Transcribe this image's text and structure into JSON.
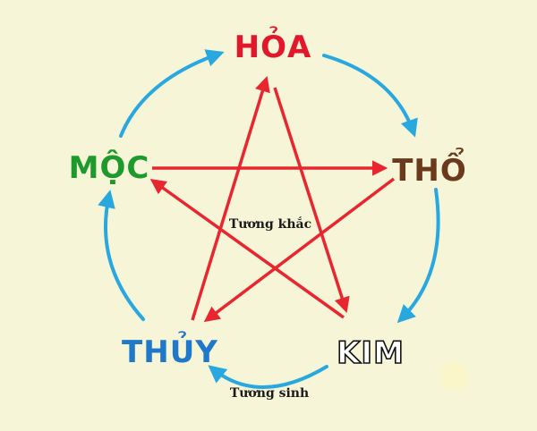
{
  "elements": {
    "hoa": {
      "label": "HỎA",
      "color": "#e3172b"
    },
    "tho": {
      "label": "THỔ",
      "color": "#6b3a1c"
    },
    "kim": {
      "label": "KIM",
      "color": "#ffffff",
      "stroke": "#111111"
    },
    "thuy": {
      "label": "THỦY",
      "color": "#1f78c8"
    },
    "moc": {
      "label": "MỘC",
      "color": "#1e9a2c"
    }
  },
  "captions": {
    "destructive_cycle": "Tương khắc",
    "generative_cycle": "Tương sinh"
  },
  "colors": {
    "background": "#f6f5d7",
    "generative_arrow": "#29a8e0",
    "destructive_arrow": "#e8262f"
  }
}
